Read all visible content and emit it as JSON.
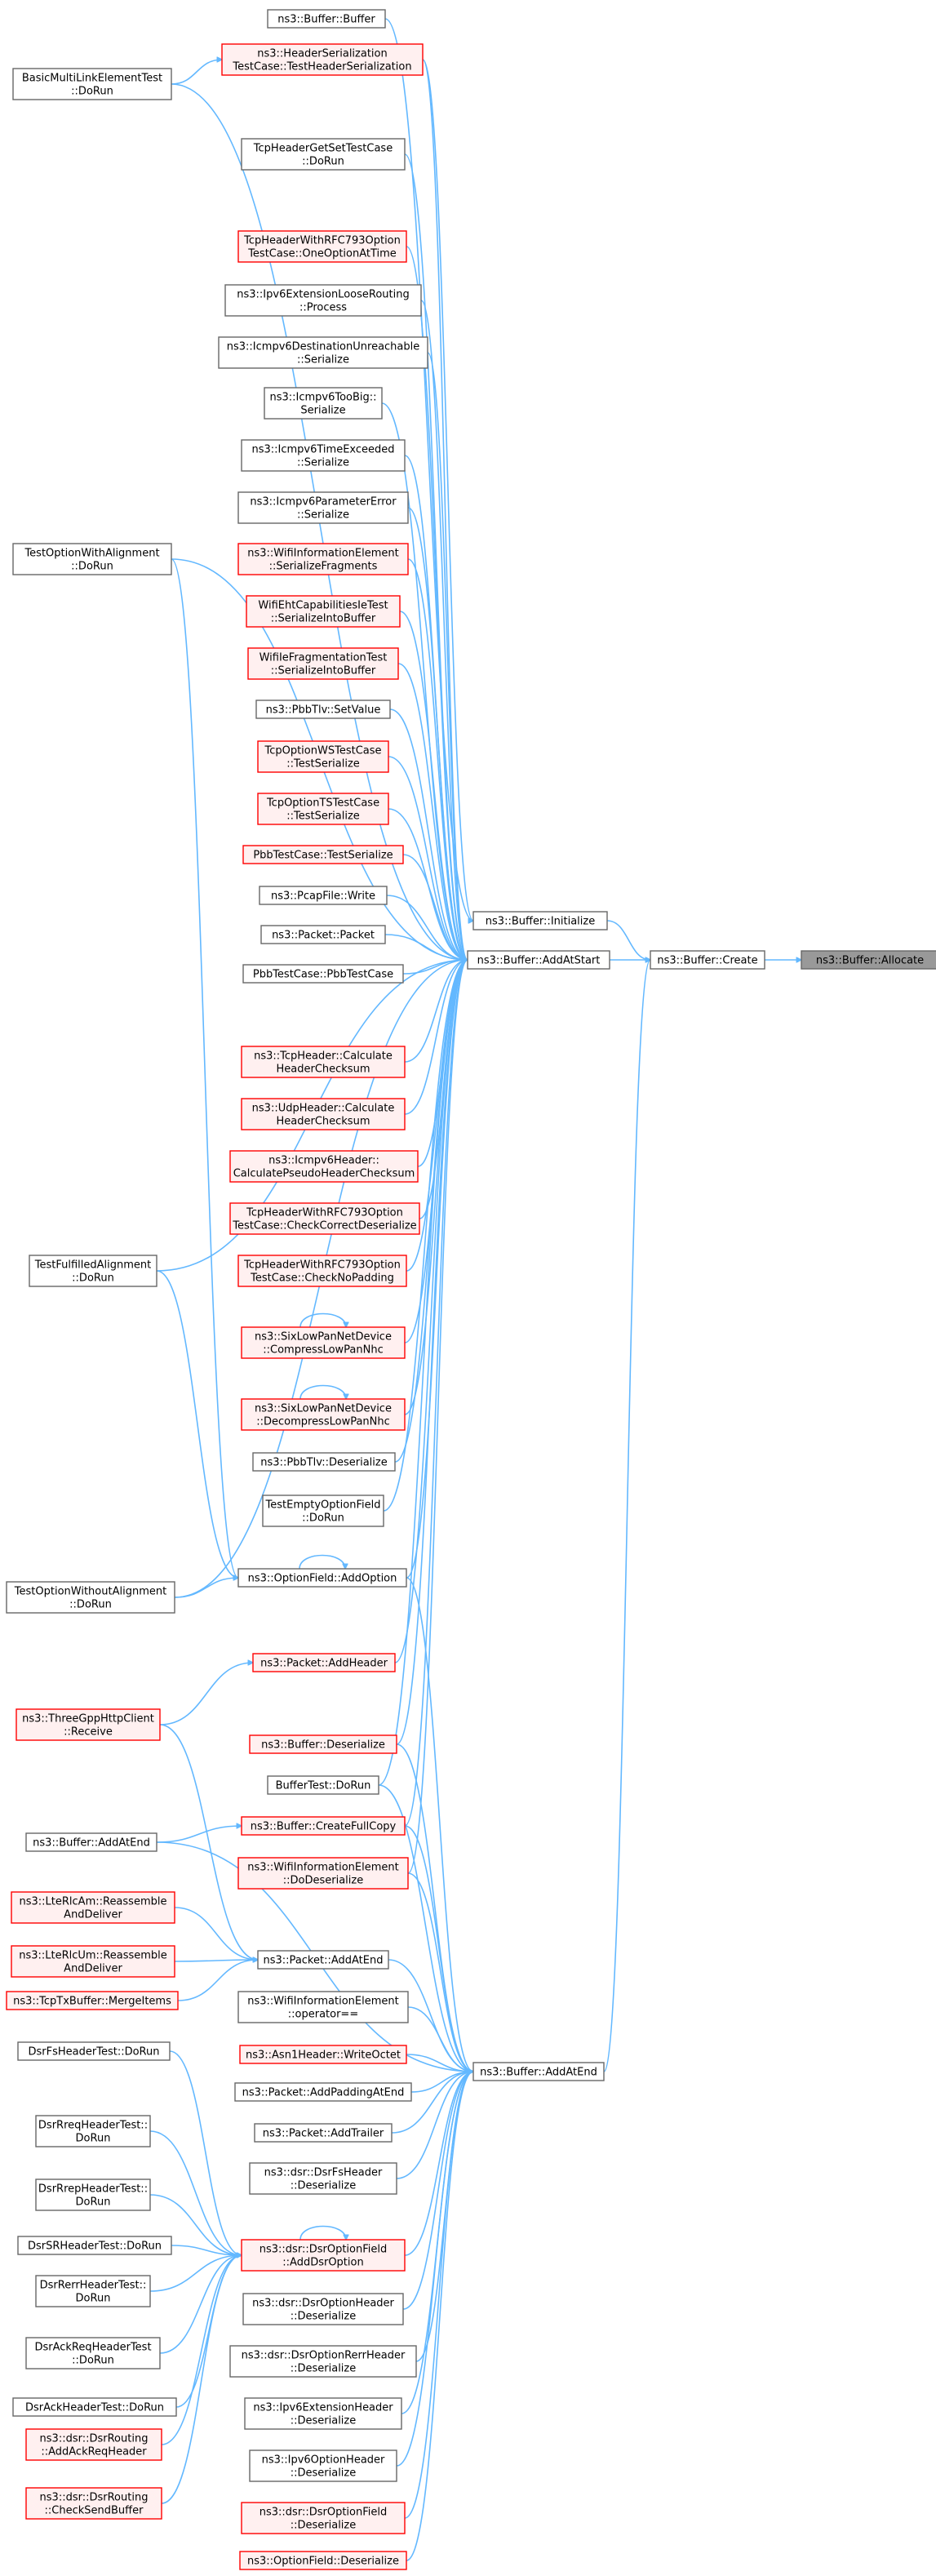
{
  "colors": {
    "edge": "#63b8ff",
    "normal_border": "#666666",
    "normal_fill": "#ffffff",
    "truncated_border": "#ff0000",
    "truncated_fill": "#fff0f0",
    "root_border": "#666666",
    "root_fill": "#999999"
  },
  "nodes": [
    {
      "id": "allocate",
      "lines": [
        "ns3::Buffer::Allocate"
      ],
      "style": "root",
      "interactable": true
    },
    {
      "id": "create",
      "lines": [
        "ns3::Buffer::Create"
      ],
      "style": "normal",
      "interactable": true
    },
    {
      "id": "initialize",
      "lines": [
        "ns3::Buffer::Initialize"
      ],
      "style": "normal",
      "interactable": true
    },
    {
      "id": "addatstart",
      "lines": [
        "ns3::Buffer::AddAtStart"
      ],
      "style": "normal",
      "interactable": true
    },
    {
      "id": "addatend_main",
      "lines": [
        "ns3::Buffer::AddAtEnd"
      ],
      "style": "normal",
      "interactable": true
    },
    {
      "id": "buffer_buffer",
      "lines": [
        "ns3::Buffer::Buffer"
      ],
      "style": "normal",
      "interactable": true
    },
    {
      "id": "hdrser",
      "lines": [
        "ns3::HeaderSerialization",
        "TestCase::TestHeaderSerialization"
      ],
      "style": "truncated",
      "interactable": true
    },
    {
      "id": "basicmulti",
      "lines": [
        "BasicMultiLinkElementTest",
        "::DoRun"
      ],
      "style": "normal",
      "interactable": true
    },
    {
      "id": "tcpgetset",
      "lines": [
        "TcpHeaderGetSetTestCase",
        "::DoRun"
      ],
      "style": "normal",
      "interactable": true
    },
    {
      "id": "rfc_one",
      "lines": [
        "TcpHeaderWithRFC793Option",
        "TestCase::OneOptionAtTime"
      ],
      "style": "truncated",
      "interactable": true
    },
    {
      "id": "ipv6loose",
      "lines": [
        "ns3::Ipv6ExtensionLooseRouting",
        "::Process"
      ],
      "style": "normal",
      "interactable": true
    },
    {
      "id": "icmpdest",
      "lines": [
        "ns3::Icmpv6DestinationUnreachable",
        "::Serialize"
      ],
      "style": "normal",
      "interactable": true
    },
    {
      "id": "icmpbig",
      "lines": [
        "ns3::Icmpv6TooBig::",
        "Serialize"
      ],
      "style": "normal",
      "interactable": true
    },
    {
      "id": "icmptime",
      "lines": [
        "ns3::Icmpv6TimeExceeded",
        "::Serialize"
      ],
      "style": "normal",
      "interactable": true
    },
    {
      "id": "icmpparam",
      "lines": [
        "ns3::Icmpv6ParameterError",
        "::Serialize"
      ],
      "style": "normal",
      "interactable": true
    },
    {
      "id": "wifiinfo_frag",
      "lines": [
        "ns3::WifiInformationElement",
        "::SerializeFragments"
      ],
      "style": "truncated",
      "interactable": true
    },
    {
      "id": "wifieht",
      "lines": [
        "WifiEhtCapabilitiesIeTest",
        "::SerializeIntoBuffer"
      ],
      "style": "truncated",
      "interactable": true
    },
    {
      "id": "wififrag",
      "lines": [
        "WifiIeFragmentationTest",
        "::SerializeIntoBuffer"
      ],
      "style": "truncated",
      "interactable": true
    },
    {
      "id": "pbbtlv_set",
      "lines": [
        "ns3::PbbTlv::SetValue"
      ],
      "style": "normal",
      "interactable": true
    },
    {
      "id": "tcpws",
      "lines": [
        "TcpOptionWSTestCase",
        "::TestSerialize"
      ],
      "style": "truncated",
      "interactable": true
    },
    {
      "id": "tcpts",
      "lines": [
        "TcpOptionTSTestCase",
        "::TestSerialize"
      ],
      "style": "truncated",
      "interactable": true
    },
    {
      "id": "pbbser",
      "lines": [
        "PbbTestCase::TestSerialize"
      ],
      "style": "truncated",
      "interactable": true
    },
    {
      "id": "pcapwrite",
      "lines": [
        "ns3::PcapFile::Write"
      ],
      "style": "normal",
      "interactable": true
    },
    {
      "id": "packet_ctor",
      "lines": [
        "ns3::Packet::Packet"
      ],
      "style": "normal",
      "interactable": true
    },
    {
      "id": "pbbtestcase",
      "lines": [
        "PbbTestCase::PbbTestCase"
      ],
      "style": "normal",
      "interactable": true
    },
    {
      "id": "testoptalign",
      "lines": [
        "TestOptionWithAlignment",
        "::DoRun"
      ],
      "style": "normal",
      "interactable": true
    },
    {
      "id": "tcpcalc",
      "lines": [
        "ns3::TcpHeader::Calculate",
        "HeaderChecksum"
      ],
      "style": "truncated",
      "interactable": true
    },
    {
      "id": "udpcalc",
      "lines": [
        "ns3::UdpHeader::Calculate",
        "HeaderChecksum"
      ],
      "style": "truncated",
      "interactable": true
    },
    {
      "id": "icmpcalc",
      "lines": [
        "ns3::Icmpv6Header::",
        "CalculatePseudoHeaderChecksum"
      ],
      "style": "truncated",
      "interactable": true
    },
    {
      "id": "rfc_check",
      "lines": [
        "TcpHeaderWithRFC793Option",
        "TestCase::CheckCorrectDeserialize"
      ],
      "style": "truncated",
      "interactable": true
    },
    {
      "id": "rfc_nopad",
      "lines": [
        "TcpHeaderWithRFC793Option",
        "TestCase::CheckNoPadding"
      ],
      "style": "truncated",
      "interactable": true
    },
    {
      "id": "testfulfilled",
      "lines": [
        "TestFulfilledAlignment",
        "::DoRun"
      ],
      "style": "normal",
      "interactable": true
    },
    {
      "id": "sixcomp",
      "lines": [
        "ns3::SixLowPanNetDevice",
        "::CompressLowPanNhc"
      ],
      "style": "truncated",
      "interactable": true
    },
    {
      "id": "sixdecomp",
      "lines": [
        "ns3::SixLowPanNetDevice",
        "::DecompressLowPanNhc"
      ],
      "style": "truncated",
      "interactable": true
    },
    {
      "id": "pbbtlv_deser",
      "lines": [
        "ns3::PbbTlv::Deserialize"
      ],
      "style": "normal",
      "interactable": true
    },
    {
      "id": "testempty",
      "lines": [
        "TestEmptyOptionField",
        "::DoRun"
      ],
      "style": "normal",
      "interactable": true
    },
    {
      "id": "optfield_add",
      "lines": [
        "ns3::OptionField::AddOption"
      ],
      "style": "normal",
      "interactable": true
    },
    {
      "id": "testoptnoalign",
      "lines": [
        "TestOptionWithoutAlignment",
        "::DoRun"
      ],
      "style": "normal",
      "interactable": true
    },
    {
      "id": "packet_addhdr",
      "lines": [
        "ns3::Packet::AddHeader"
      ],
      "style": "truncated",
      "interactable": true
    },
    {
      "id": "threegpp",
      "lines": [
        "ns3::ThreeGppHttpClient",
        "::Receive"
      ],
      "style": "truncated",
      "interactable": true
    },
    {
      "id": "buffer_deser",
      "lines": [
        "ns3::Buffer::Deserialize"
      ],
      "style": "truncated",
      "interactable": true
    },
    {
      "id": "buffertest",
      "lines": [
        "BufferTest::DoRun"
      ],
      "style": "normal",
      "interactable": true
    },
    {
      "id": "createfull",
      "lines": [
        "ns3::Buffer::CreateFullCopy"
      ],
      "style": "truncated",
      "interactable": true
    },
    {
      "id": "buffer_addatend_left",
      "lines": [
        "ns3::Buffer::AddAtEnd"
      ],
      "style": "normal",
      "interactable": true
    },
    {
      "id": "wifiinfo_dodeser",
      "lines": [
        "ns3::WifiInformationElement",
        "::DoDeserialize"
      ],
      "style": "truncated",
      "interactable": true
    },
    {
      "id": "lteam",
      "lines": [
        "ns3::LteRlcAm::Reassemble",
        "AndDeliver"
      ],
      "style": "truncated",
      "interactable": true
    },
    {
      "id": "packet_addatend",
      "lines": [
        "ns3::Packet::AddAtEnd"
      ],
      "style": "normal",
      "interactable": true
    },
    {
      "id": "lteum",
      "lines": [
        "ns3::LteRlcUm::Reassemble",
        "AndDeliver"
      ],
      "style": "truncated",
      "interactable": true
    },
    {
      "id": "tcptx",
      "lines": [
        "ns3::TcpTxBuffer::MergeItems"
      ],
      "style": "truncated",
      "interactable": true
    },
    {
      "id": "wifiinfo_eq",
      "lines": [
        "ns3::WifiInformationElement",
        "::operator=="
      ],
      "style": "normal",
      "interactable": true
    },
    {
      "id": "dsrfs_test",
      "lines": [
        "DsrFsHeaderTest::DoRun"
      ],
      "style": "normal",
      "interactable": true
    },
    {
      "id": "asn1",
      "lines": [
        "ns3::Asn1Header::WriteOctet"
      ],
      "style": "truncated",
      "interactable": true
    },
    {
      "id": "addpadding",
      "lines": [
        "ns3::Packet::AddPaddingAtEnd"
      ],
      "style": "normal",
      "interactable": true
    },
    {
      "id": "dsrrreq_test",
      "lines": [
        "DsrRreqHeaderTest::",
        "DoRun"
      ],
      "style": "normal",
      "interactable": true
    },
    {
      "id": "addtrailer",
      "lines": [
        "ns3::Packet::AddTrailer"
      ],
      "style": "normal",
      "interactable": true
    },
    {
      "id": "dsrrrep_test",
      "lines": [
        "DsrRrepHeaderTest::",
        "DoRun"
      ],
      "style": "normal",
      "interactable": true
    },
    {
      "id": "dsrfs_deser",
      "lines": [
        "ns3::dsr::DsrFsHeader",
        "::Deserialize"
      ],
      "style": "normal",
      "interactable": true
    },
    {
      "id": "dsrsr_test",
      "lines": [
        "DsrSRHeaderTest::DoRun"
      ],
      "style": "normal",
      "interactable": true
    },
    {
      "id": "dsr_addopt",
      "lines": [
        "ns3::dsr::DsrOptionField",
        "::AddDsrOption"
      ],
      "style": "truncated",
      "interactable": true
    },
    {
      "id": "dsrrerr_test",
      "lines": [
        "DsrRerrHeaderTest::",
        "DoRun"
      ],
      "style": "normal",
      "interactable": true
    },
    {
      "id": "dsroptheader_deser",
      "lines": [
        "ns3::dsr::DsrOptionHeader",
        "::Deserialize"
      ],
      "style": "normal",
      "interactable": true
    },
    {
      "id": "dsrackreq_test",
      "lines": [
        "DsrAckReqHeaderTest",
        "::DoRun"
      ],
      "style": "normal",
      "interactable": true
    },
    {
      "id": "dsrrerrheader_deser",
      "lines": [
        "ns3::dsr::DsrOptionRerrHeader",
        "::Deserialize"
      ],
      "style": "normal",
      "interactable": true
    },
    {
      "id": "dsrack_test",
      "lines": [
        "DsrAckHeaderTest::DoRun"
      ],
      "style": "normal",
      "interactable": true
    },
    {
      "id": "ipv6ext_deser",
      "lines": [
        "ns3::Ipv6ExtensionHeader",
        "::Deserialize"
      ],
      "style": "normal",
      "interactable": true
    },
    {
      "id": "dsrrouting_ackreq",
      "lines": [
        "ns3::dsr::DsrRouting",
        "::AddAckReqHeader"
      ],
      "style": "truncated",
      "interactable": true
    },
    {
      "id": "ipv6opt_deser",
      "lines": [
        "ns3::Ipv6OptionHeader",
        "::Deserialize"
      ],
      "style": "normal",
      "interactable": true
    },
    {
      "id": "dsrrouting_send",
      "lines": [
        "ns3::dsr::DsrRouting",
        "::CheckSendBuffer"
      ],
      "style": "truncated",
      "interactable": true
    },
    {
      "id": "dsroptfield_deser",
      "lines": [
        "ns3::dsr::DsrOptionField",
        "::Deserialize"
      ],
      "style": "truncated",
      "interactable": true
    },
    {
      "id": "optfield_deser",
      "lines": [
        "ns3::OptionField::Deserialize"
      ],
      "style": "truncated",
      "interactable": true
    }
  ],
  "edges": [
    [
      "create",
      "allocate"
    ],
    [
      "initialize",
      "create"
    ],
    [
      "addatstart",
      "create"
    ],
    [
      "addatend_main",
      "create"
    ],
    [
      "buffer_buffer",
      "initialize"
    ],
    [
      "hdrser",
      "initialize"
    ],
    [
      "basicmulti",
      "addatstart"
    ],
    [
      "hdrser",
      "addatstart"
    ],
    [
      "tcpgetset",
      "addatstart"
    ],
    [
      "rfc_one",
      "addatstart"
    ],
    [
      "ipv6loose",
      "addatstart"
    ],
    [
      "icmpdest",
      "addatstart"
    ],
    [
      "icmpbig",
      "addatstart"
    ],
    [
      "icmptime",
      "addatstart"
    ],
    [
      "icmpparam",
      "addatstart"
    ],
    [
      "wifiinfo_frag",
      "addatstart"
    ],
    [
      "wifieht",
      "addatstart"
    ],
    [
      "wififrag",
      "addatstart"
    ],
    [
      "pbbtlv_set",
      "addatstart"
    ],
    [
      "tcpws",
      "addatstart"
    ],
    [
      "tcpts",
      "addatstart"
    ],
    [
      "pbbser",
      "addatstart"
    ],
    [
      "pcapwrite",
      "addatstart"
    ],
    [
      "packet_ctor",
      "addatstart"
    ],
    [
      "pbbtestcase",
      "addatstart"
    ],
    [
      "testoptalign",
      "addatstart"
    ],
    [
      "tcpcalc",
      "addatstart"
    ],
    [
      "udpcalc",
      "addatstart"
    ],
    [
      "icmpcalc",
      "addatstart"
    ],
    [
      "rfc_check",
      "addatstart"
    ],
    [
      "rfc_nopad",
      "addatstart"
    ],
    [
      "testfulfilled",
      "addatstart"
    ],
    [
      "sixcomp",
      "addatstart"
    ],
    [
      "sixdecomp",
      "addatstart"
    ],
    [
      "pbbtlv_deser",
      "addatstart"
    ],
    [
      "testempty",
      "addatstart"
    ],
    [
      "optfield_add",
      "addatstart"
    ],
    [
      "testoptnoalign",
      "addatstart"
    ],
    [
      "packet_addhdr",
      "addatstart"
    ],
    [
      "buffer_deser",
      "addatstart"
    ],
    [
      "buffertest",
      "addatstart"
    ],
    [
      "createfull",
      "addatstart"
    ],
    [
      "wifiinfo_dodeser",
      "addatstart"
    ],
    [
      "basicmulti",
      "hdrser"
    ],
    [
      "sixcomp",
      "sixcomp"
    ],
    [
      "sixdecomp",
      "sixdecomp"
    ],
    [
      "optfield_add",
      "optfield_add"
    ],
    [
      "testoptalign",
      "optfield_add"
    ],
    [
      "testfulfilled",
      "optfield_add"
    ],
    [
      "testoptnoalign",
      "optfield_add"
    ],
    [
      "threegpp",
      "packet_addhdr"
    ],
    [
      "buffer_addatend_left",
      "createfull"
    ],
    [
      "threegpp",
      "packet_addatend"
    ],
    [
      "lteam",
      "packet_addatend"
    ],
    [
      "lteum",
      "packet_addatend"
    ],
    [
      "tcptx",
      "packet_addatend"
    ],
    [
      "optfield_add",
      "addatend_main"
    ],
    [
      "buffer_deser",
      "addatend_main"
    ],
    [
      "buffertest",
      "addatend_main"
    ],
    [
      "createfull",
      "addatend_main"
    ],
    [
      "buffer_addatend_left",
      "addatend_main"
    ],
    [
      "wifiinfo_dodeser",
      "addatend_main"
    ],
    [
      "packet_addatend",
      "addatend_main"
    ],
    [
      "wifiinfo_eq",
      "addatend_main"
    ],
    [
      "asn1",
      "addatend_main"
    ],
    [
      "addpadding",
      "addatend_main"
    ],
    [
      "addtrailer",
      "addatend_main"
    ],
    [
      "dsrfs_deser",
      "addatend_main"
    ],
    [
      "dsr_addopt",
      "addatend_main"
    ],
    [
      "dsroptheader_deser",
      "addatend_main"
    ],
    [
      "dsrrerrheader_deser",
      "addatend_main"
    ],
    [
      "ipv6ext_deser",
      "addatend_main"
    ],
    [
      "ipv6opt_deser",
      "addatend_main"
    ],
    [
      "dsroptfield_deser",
      "addatend_main"
    ],
    [
      "optfield_deser",
      "addatend_main"
    ],
    [
      "dsr_addopt",
      "dsr_addopt"
    ],
    [
      "dsrfs_test",
      "dsr_addopt"
    ],
    [
      "dsrrreq_test",
      "dsr_addopt"
    ],
    [
      "dsrrrep_test",
      "dsr_addopt"
    ],
    [
      "dsrsr_test",
      "dsr_addopt"
    ],
    [
      "dsrrerr_test",
      "dsr_addopt"
    ],
    [
      "dsrackreq_test",
      "dsr_addopt"
    ],
    [
      "dsrack_test",
      "dsr_addopt"
    ],
    [
      "dsrrouting_ackreq",
      "dsr_addopt"
    ],
    [
      "dsrrouting_send",
      "dsr_addopt"
    ]
  ]
}
